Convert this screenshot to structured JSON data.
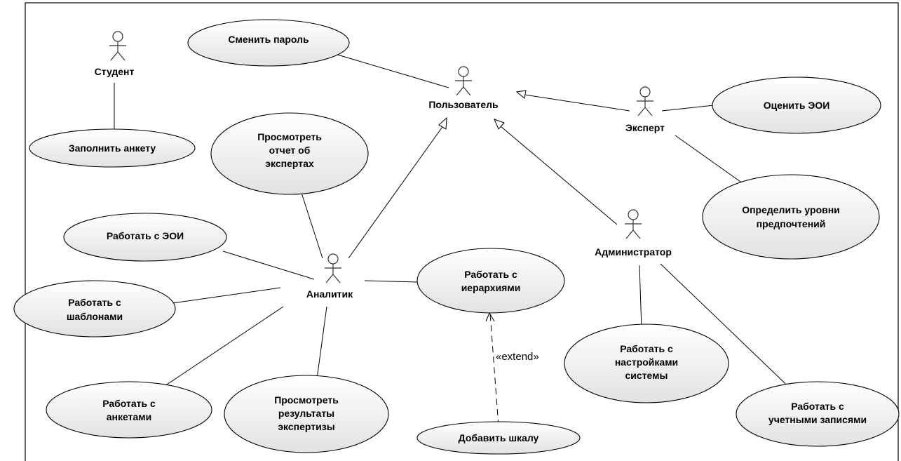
{
  "diagram": {
    "actors": {
      "student": "Студент",
      "user": "Пользователь",
      "expert": "Эксперт",
      "analyst": "Аналитик",
      "admin": "Администратор"
    },
    "use_cases": {
      "change_password": "Сменить пароль",
      "fill_form": "Заполнить анкету",
      "view_experts_report": [
        "Просмотреть",
        "отчет об",
        "экспертах"
      ],
      "rate_eoi": "Оценить ЭОИ",
      "define_preferences": [
        "Определить уровни",
        "предпочтений"
      ],
      "work_eoi": "Работать с ЭОИ",
      "work_hierarchies": [
        "Работать с",
        "иерархиями"
      ],
      "work_templates": [
        "Работать с",
        "шаблонами"
      ],
      "work_settings": [
        "Работать с",
        "настройками",
        "системы"
      ],
      "work_forms": [
        "Работать с",
        "анкетами"
      ],
      "view_results": [
        "Просмотреть",
        "результаты",
        "экспертизы"
      ],
      "add_scale": "Добавить шкалу",
      "work_accounts": [
        "Работать с",
        "учетными записями"
      ]
    },
    "relations": {
      "extend_label": "«extend»"
    },
    "colors": {
      "ellipse_top": "#ffffff",
      "ellipse_bottom": "#e4e4e4",
      "frame": "#000000"
    }
  }
}
